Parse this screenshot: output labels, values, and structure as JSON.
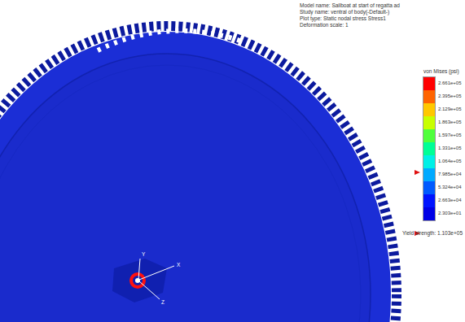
{
  "diagram": {
    "labels": [
      "Model name: Sailboat at start of regatta ad",
      "Study name: ventral of body(-Default-)",
      "Plot type: Static nodal stress Stress1",
      "Deformation scale: 1",
      "von Mises (psi)",
      "Yield strength: 1.103e+05",
      "Y",
      "X",
      "Z"
    ],
    "legend": [
      {
        "text": "2.661e+05",
        "color": "#ff0000"
      },
      {
        "text": "2.395e+05",
        "color": "#ff6400"
      },
      {
        "text": "2.129e+05",
        "color": "#ffc800"
      },
      {
        "text": "1.863e+05",
        "color": "#c8ff00"
      },
      {
        "text": "1.597e+05",
        "color": "#50ff3c"
      },
      {
        "text": "1.331e+05",
        "color": "#00ff96"
      },
      {
        "text": "1.064e+05",
        "color": "#00f0e6"
      },
      {
        "text": "7.985e+04",
        "color": "#00aaff"
      },
      {
        "text": "5.324e+04",
        "color": "#005aff"
      },
      {
        "text": "2.663e+04",
        "color": "#0014ff"
      },
      {
        "text": "2.303e+01",
        "color": "#0000e6"
      }
    ]
  }
}
